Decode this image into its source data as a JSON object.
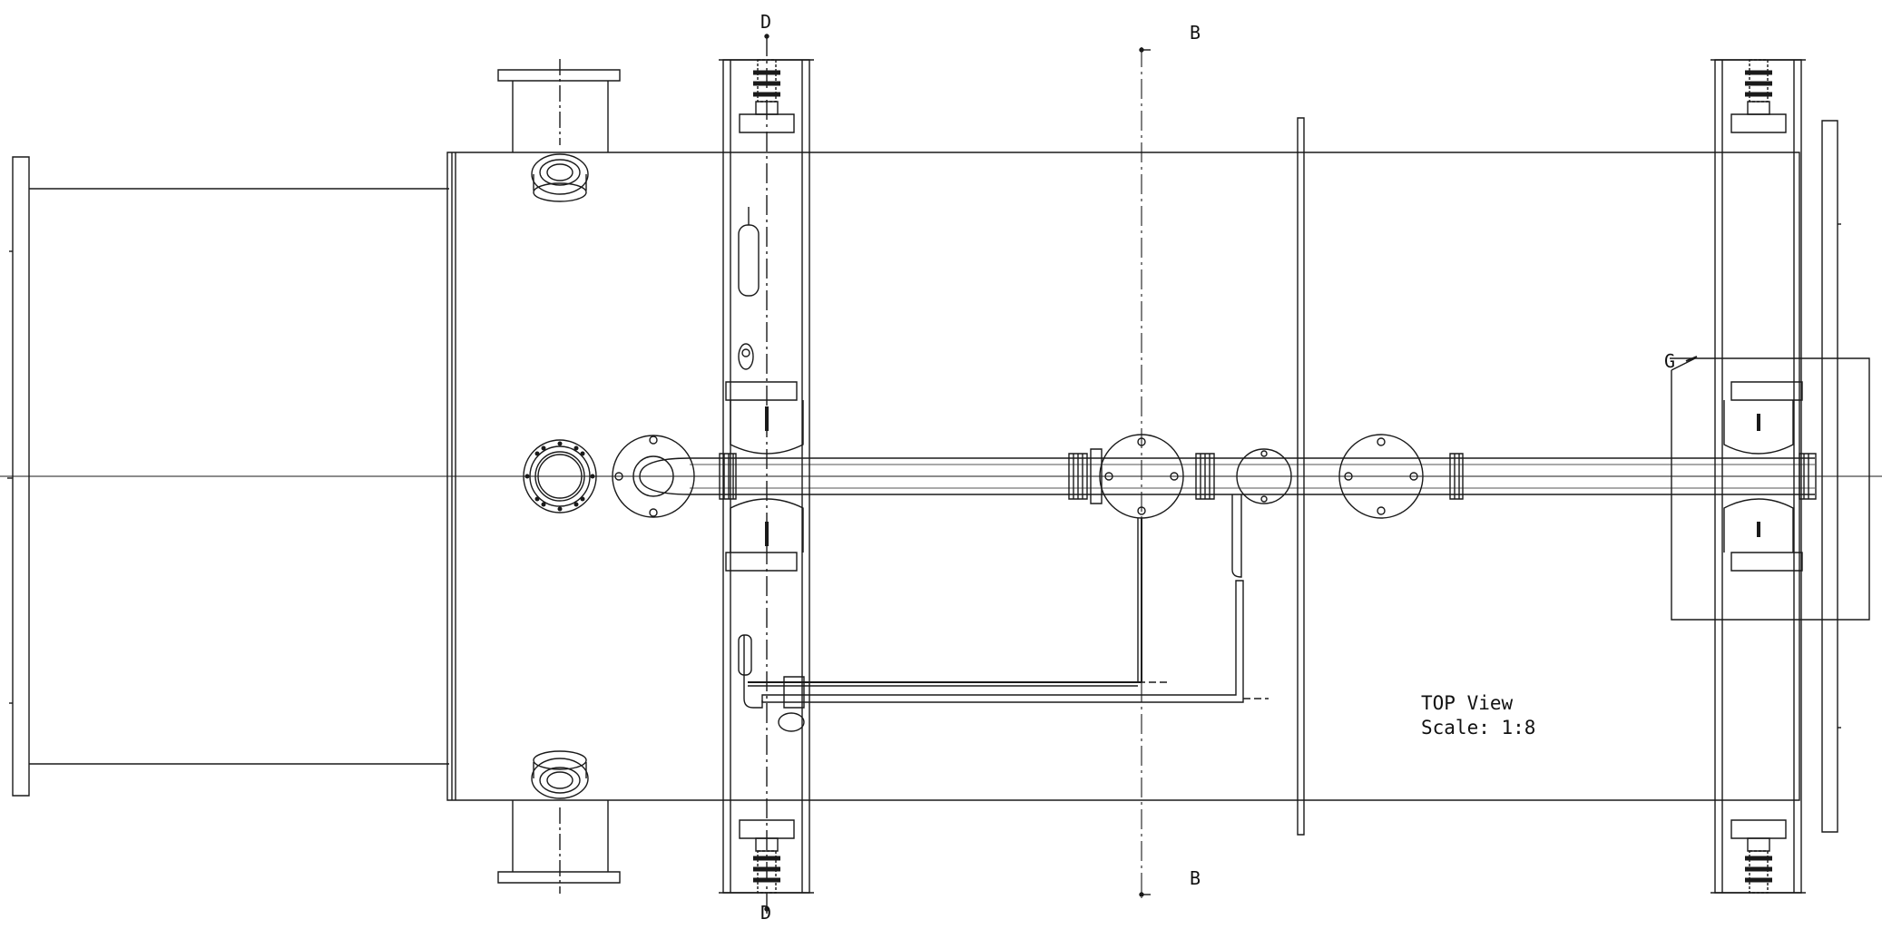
{
  "drawing": {
    "view_title": "TOP View",
    "scale": "Scale:  1:8",
    "section_labels": {
      "d_top": "D",
      "d_bottom": "D",
      "b_top": "B",
      "b_bottom": "B",
      "detail": "G"
    }
  },
  "colors": {
    "line": "#1a1a1a",
    "background": "#ffffff"
  }
}
